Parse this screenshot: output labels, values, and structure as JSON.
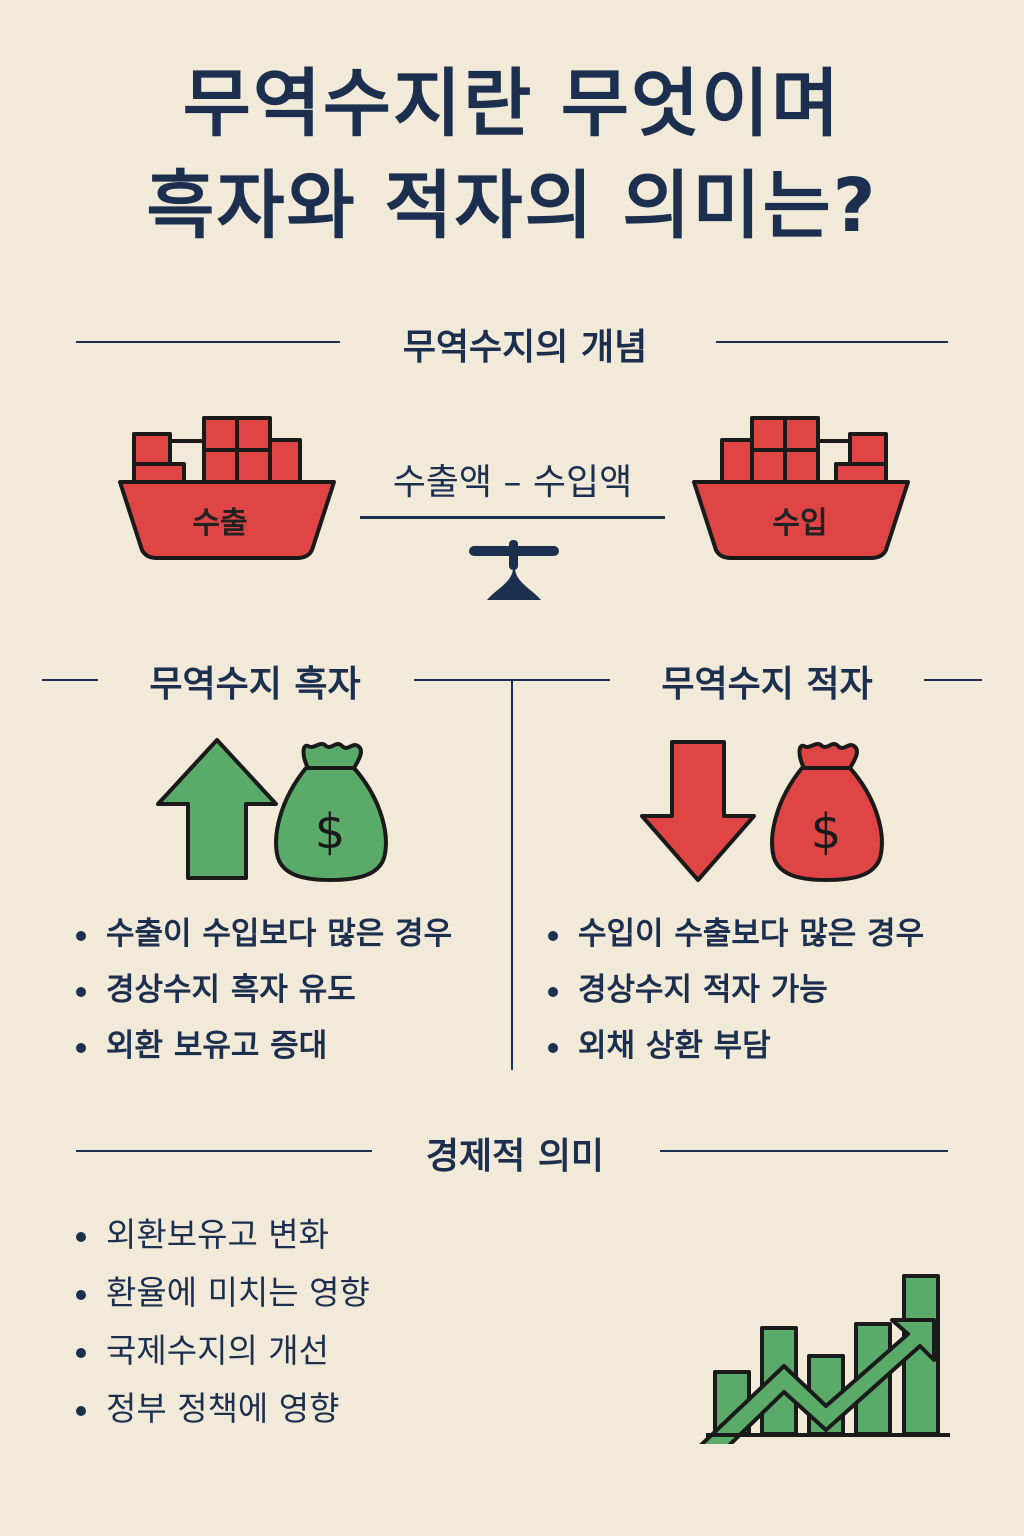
{
  "title": {
    "line1": "무역수지란 무엇이며",
    "line2": "흑자와 적자의 의미는?"
  },
  "concept": {
    "heading": "무역수지의 개념",
    "formula": "수출액 – 수입액",
    "export_ship_label": "수출",
    "import_ship_label": "수입",
    "colors": {
      "ship": "#e04545",
      "outline": "#1a1a1a",
      "scale": "#1c2f4f"
    }
  },
  "surplus": {
    "heading": "무역수지 흑자",
    "icon_color": "#5aaa6a",
    "bullets": [
      "수출이 수입보다 많은 경우",
      "경상수지 흑자 유도",
      "외환 보유고 증대"
    ]
  },
  "deficit": {
    "heading": "무역수지 적자",
    "icon_color": "#e04545",
    "bullets": [
      "수입이 수출보다 많은 경우",
      "경상수지 적자 가능",
      "외채 상환 부담"
    ]
  },
  "economic": {
    "heading": "경제적 의미",
    "bullets": [
      "외환보유고 변화",
      "환율에 미치는 영향",
      "국제수지의 개선",
      "정부 정책에 영향"
    ],
    "chart_icon_color": "#5aaa6a"
  },
  "colors": {
    "background": "#f2ead8",
    "text": "#1c2f4f",
    "green": "#5aaa6a",
    "red": "#e04545"
  }
}
